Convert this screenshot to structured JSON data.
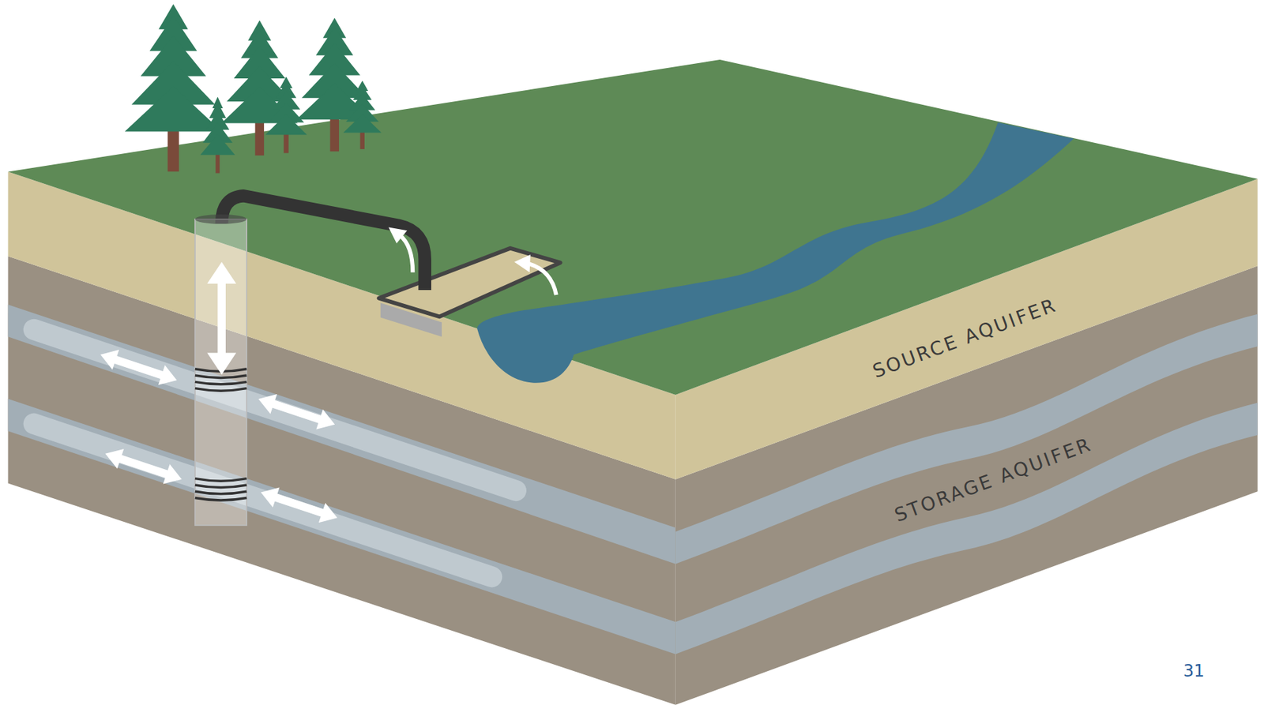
{
  "diagram": {
    "labels": [
      "SOURCE AQUIFER",
      "STORAGE AQUIFER",
      "31"
    ]
  }
}
